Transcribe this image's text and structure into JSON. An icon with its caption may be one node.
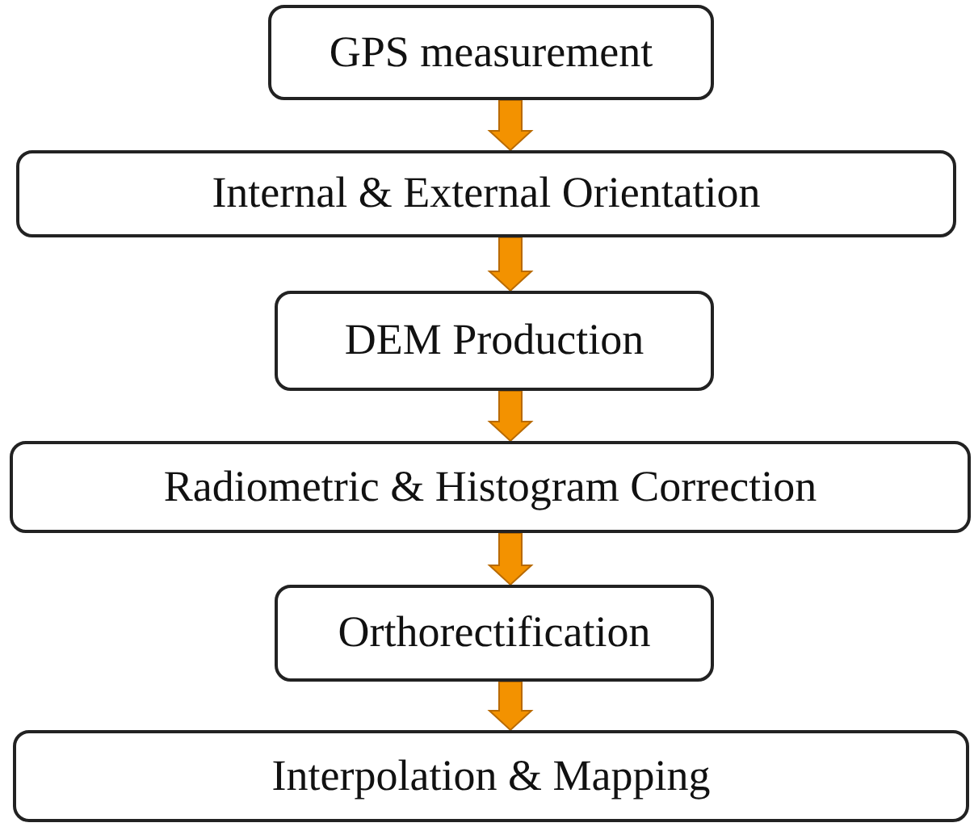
{
  "diagram": {
    "nodes": [
      {
        "text": [
          "GPS measurement"
        ]
      },
      {
        "text": [
          "Internal & External Orientation"
        ]
      },
      {
        "text": [
          "DEM Production"
        ]
      },
      {
        "text": [
          "Radiometric & Histogram Correction"
        ]
      },
      {
        "text": [
          "Orthorectification"
        ]
      },
      {
        "text": [
          "Interpolation & Mapping"
        ]
      }
    ],
    "edges": [
      {
        "from": 0,
        "to": 1,
        "arrow": "to"
      },
      {
        "from": 1,
        "to": 2,
        "arrow": "to"
      },
      {
        "from": 2,
        "to": 3,
        "arrow": "to"
      },
      {
        "from": 3,
        "to": 4,
        "arrow": "to"
      },
      {
        "from": 4,
        "to": 5,
        "arrow": "to"
      }
    ]
  }
}
